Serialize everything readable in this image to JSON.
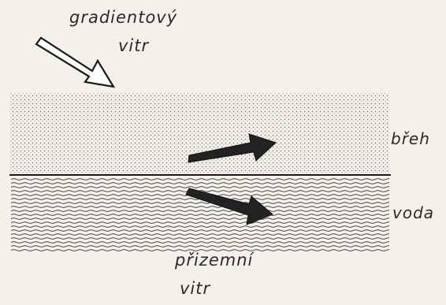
{
  "labels": {
    "gradient_wind_line1": "gradientový",
    "gradient_wind_line2": "vitr",
    "shore": "břeh",
    "water": "voda",
    "surface_wind_line1": "přizemní",
    "surface_wind_line2": "vitr"
  },
  "colors": {
    "background": "#f4f1ea",
    "ink": "#1a1a1a",
    "arrow_fill": "#222222",
    "hollow_arrow_fill": "#ffffff"
  }
}
